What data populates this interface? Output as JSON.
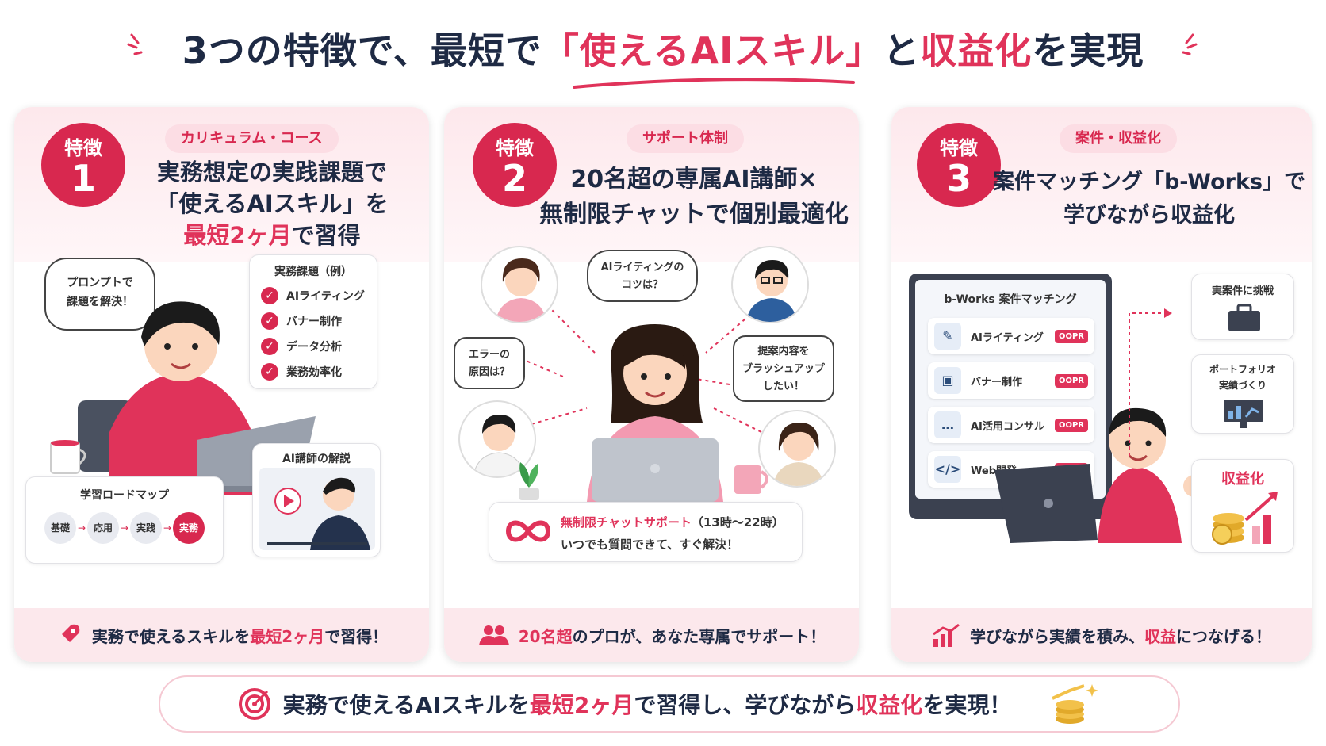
{
  "header": {
    "title_pre": "3つの特徴で、最短で",
    "title_hl1": "「使えるAIスキル」",
    "title_mid": "と",
    "title_hl2": "収益化",
    "title_post": "を実現"
  },
  "colors": {
    "accent": "#e0335a",
    "navy": "#1e2a44",
    "band": "#fde8ec"
  },
  "features": [
    {
      "badge_label": "特徴",
      "badge_num": "1",
      "category": "カリキュラム・コース",
      "headline_l1": "実務想定の実践課題で",
      "headline_l2": "「使えるAIスキル」を",
      "headline_l3_hl": "最短2ヶ月",
      "headline_l3": "で習得",
      "bubble": "プロンプトで\n課題を解決！",
      "tasks_title": "実務課題（例）",
      "tasks": [
        "AIライティング",
        "バナー制作",
        "データ分析",
        "業務効率化"
      ],
      "roadmap_title": "学習ロードマップ",
      "roadmap": [
        "基礎",
        "応用",
        "実践",
        "実務"
      ],
      "video_title": "AI講師の解説",
      "footer_pre": "実務で使えるスキルを",
      "footer_hl": "最短2ヶ月",
      "footer_post": "で習得！",
      "footer_icon": "rocket-icon"
    },
    {
      "badge_label": "特徴",
      "badge_num": "2",
      "category": "サポート体制",
      "headline_l1": "20名超の専属AI講師×",
      "headline_l2": "無制限チャットで個別最適化",
      "bubble_top": "AIライティングの\nコツは？",
      "bubble_left": "エラーの\n原因は？",
      "bubble_right": "提案内容を\nブラッシュアップ\nしたい！",
      "support_title": "無制限チャットサポート",
      "support_hours": "（13時〜22時）",
      "support_sub": "いつでも質問できて、すぐ解決！",
      "footer_hl": "20名超",
      "footer_post": "のプロが、あなた専属でサポート！",
      "footer_icon": "people-icon"
    },
    {
      "badge_label": "特徴",
      "badge_num": "3",
      "category": "案件・収益化",
      "headline_l1": "案件マッチング「b-Works」で",
      "headline_l2": "学びながら収益化",
      "matching_title": "b-Works 案件マッチング",
      "matching": [
        "AIライティング",
        "バナー制作",
        "AI活用コンサル",
        "Web開発"
      ],
      "matching_tag": "OOPR",
      "flow": [
        "実案件に挑戦",
        "ポートフォリオ\n実績づくり",
        "収益化"
      ],
      "footer_pre": "学びながら実績を積み、",
      "footer_hl": "収益",
      "footer_post": "につなげる！",
      "footer_icon": "growth-chart-icon"
    }
  ],
  "banner": {
    "pre": "実務で使えるAIスキルを",
    "hl1": "最短2ヶ月",
    "mid": "で習得し、学びながら",
    "hl2": "収益化",
    "post": "を実現！",
    "icon": "target-icon"
  }
}
